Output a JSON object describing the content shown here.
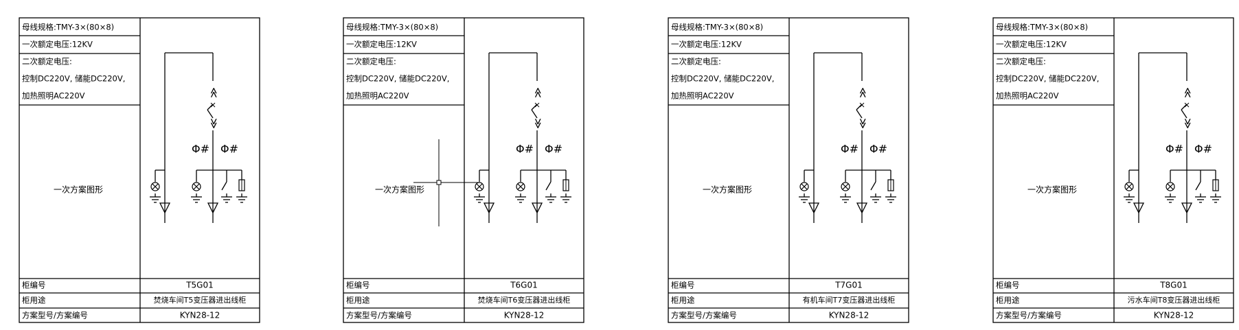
{
  "labels": {
    "busbar_spec": "母线规格:TMY-3×(80×8)",
    "rated_voltage": "一次额定电压:12KV",
    "secondary_voltage_title": "二次额定电压:",
    "secondary_control": "控制DC220V, 储能DC220V,",
    "secondary_heating": "加热照明AC220V",
    "scheme_diagram": "一次方案图形",
    "cabinet_no_label": "柜编号",
    "cabinet_use_label": "柜用途",
    "scheme_model_label": "方案型号/方案编号"
  },
  "panels": [
    {
      "cabinet_no": "T5G01",
      "cabinet_use": "焚烧车间T5变压器进出线柜",
      "scheme_model": "KYN28-12"
    },
    {
      "cabinet_no": "T6G01",
      "cabinet_use": "焚烧车间T6变压器进出线柜",
      "scheme_model": "KYN28-12"
    },
    {
      "cabinet_no": "T7G01",
      "cabinet_use": "有机车间T7变压器进出线柜",
      "scheme_model": "KYN28-12"
    },
    {
      "cabinet_no": "T8G01",
      "cabinet_use": "污水车间T8变压器进出线柜",
      "scheme_model": "KYN28-12"
    }
  ],
  "symbols": {
    "disconnect_upper": "≪",
    "disconnect_lower": "≫",
    "current_transformer": "Φ#"
  }
}
